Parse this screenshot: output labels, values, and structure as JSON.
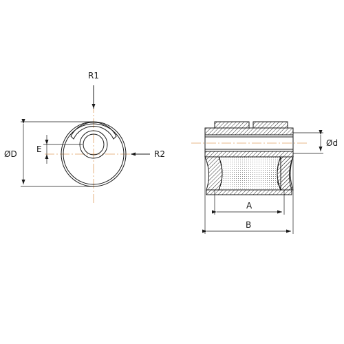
{
  "labels": {
    "r1": "R1",
    "r2": "R2",
    "outer_diameter": "ØD",
    "eccentricity": "E",
    "inner_diameter": "Ød",
    "length_a": "A",
    "length_b": "B"
  },
  "colors": {
    "lines": "#1a1a1a",
    "centerline": "#e0a060",
    "background": "#ffffff"
  }
}
